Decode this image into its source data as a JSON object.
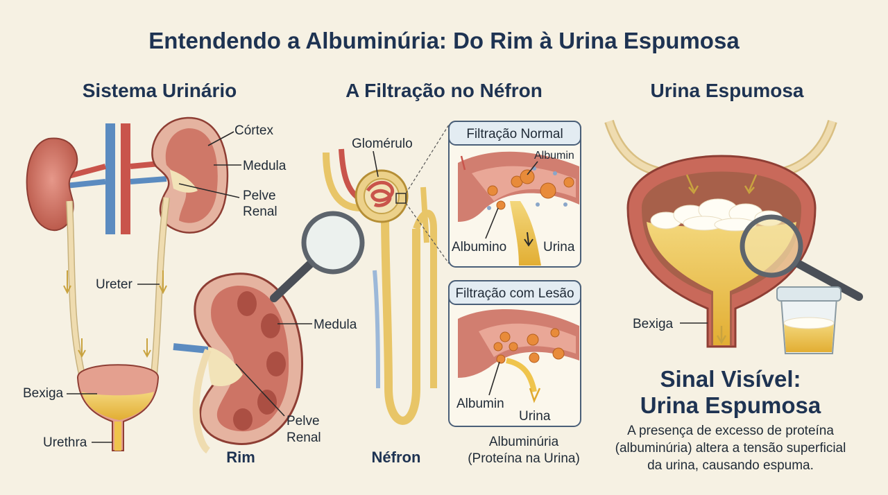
{
  "title": "Entendendo a Albuminúria: Do Rim à Urina Espumosa",
  "sections": {
    "urinary": {
      "heading": "Sistema Urinário",
      "labels": {
        "cortex": "Córtex",
        "medula": "Medula",
        "pelve_line1": "Pelve",
        "pelve_line2": "Renal",
        "ureter": "Ureter",
        "bexiga": "Bexiga",
        "urethra": "Urethra"
      }
    },
    "kidney_detail": {
      "labels": {
        "medula": "Medula",
        "pelve_line1": "Pelve",
        "pelve_line2": "Renal",
        "rim": "Rim"
      }
    },
    "nephron": {
      "heading": "A Filtração no Néfron",
      "labels": {
        "glomerulo": "Glomérulo",
        "nefron": "Néfron"
      },
      "normal_box": {
        "title": "Filtração Normal",
        "albumin": "Albumin",
        "albumino": "Albumino",
        "urina": "Urina"
      },
      "injury_box": {
        "title": "Filtração com Lesão",
        "albumin": "Albumin",
        "urina": "Urina"
      },
      "caption_line1": "Albuminúria",
      "caption_line2": "(Proteína na Urina)"
    },
    "foamy": {
      "heading": "Urina Espumosa",
      "labels": {
        "bexiga": "Bexiga"
      },
      "signal_line1": "Sinal Visível:",
      "signal_line2": "Urina Espumosa",
      "desc_line1": "A presença de excesso de proteína",
      "desc_line2": "(albuminúria) altera a tensão superficial",
      "desc_line3": "da urina, causando espuma."
    }
  },
  "colors": {
    "background": "#f6f1e3",
    "kidney": "#c9695a",
    "kidney_dark": "#a84b40",
    "vein": "#5b8bc0",
    "artery": "#c9544b",
    "urine": "#efc44c",
    "ureter": "#efdcb0",
    "title": "#1e3352"
  }
}
